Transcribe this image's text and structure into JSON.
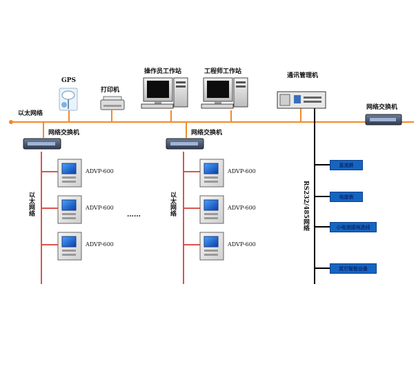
{
  "labels": {
    "gps": "GPS",
    "printer": "打印机",
    "operator_ws": "操作员工作站",
    "engineer_ws": "工程师工作站",
    "comm_manager": "通讯管理机",
    "ethernet": "以太网络",
    "switch": "网络交换机",
    "rs_bus": "RS232/485网络",
    "ellipsis": "……"
  },
  "relays": {
    "left": [
      "ADVP-600",
      "ADVP-600",
      "ADVP-600"
    ],
    "middle": [
      "ADVP-600",
      "ADVP-600",
      "ADVP-600"
    ]
  },
  "devices": [
    "直流屏",
    "电度表",
    "小电流接地选线",
    "其它智能设备"
  ],
  "colors": {
    "ethernet_bus": "#f08a2a",
    "bay_bus": "#d9534f",
    "rs_bus": "#000000",
    "device_box": "#1565c0"
  }
}
